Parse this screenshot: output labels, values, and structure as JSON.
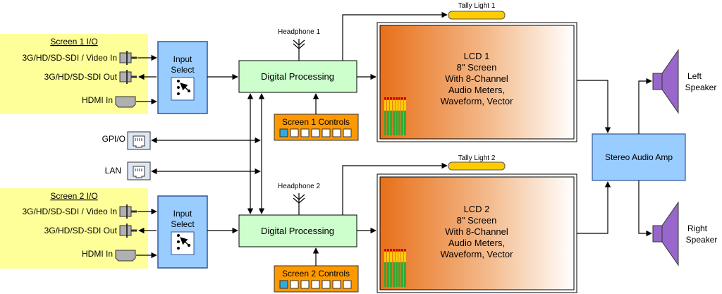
{
  "screens": [
    {
      "io_title": "Screen 1 I/O",
      "inputs": [
        "3G/HD/SD-SDI / Video In",
        "3G/HD/SD-SDI Out",
        "HDMI In"
      ],
      "input_select": [
        "Input",
        "Select"
      ],
      "processing": "Digital Processing",
      "headphone": "Headphone 1",
      "controls": "Screen 1 Controls",
      "tally": "Tally Light 1",
      "lcd_lines": [
        "LCD 1",
        "8\" Screen",
        "With 8-Channel",
        "Audio Meters,",
        "Waveform, Vector"
      ]
    },
    {
      "io_title": "Screen 2 I/O",
      "inputs": [
        "3G/HD/SD-SDI / Video In",
        "3G/HD/SD-SDI Out",
        "HDMI In"
      ],
      "input_select": [
        "Input",
        "Select"
      ],
      "processing": "Digital Processing",
      "headphone": "Headphone 2",
      "controls": "Screen 2 Controls",
      "tally": "Tally Light 2",
      "lcd_lines": [
        "LCD 2",
        "8\" Screen",
        "With 8-Channel",
        "Audio Meters,",
        "Waveform, Vector"
      ]
    }
  ],
  "ports": {
    "gpio": "GPI/O",
    "lan": "LAN"
  },
  "amp": "Stereo Audio Amp",
  "speakers": {
    "left": [
      "Left",
      "Speaker"
    ],
    "right": [
      "Right",
      "Speaker"
    ]
  },
  "colors": {
    "io_bg": "#ffff99",
    "select_bg": "#99ccff",
    "proc_bg": "#ccffcc",
    "controls_bg": "#ff9900",
    "lcd_start": "#e8701a",
    "tally": "#ffcc00",
    "speaker": "#9966cc",
    "port_bg": "#dde8f5"
  }
}
